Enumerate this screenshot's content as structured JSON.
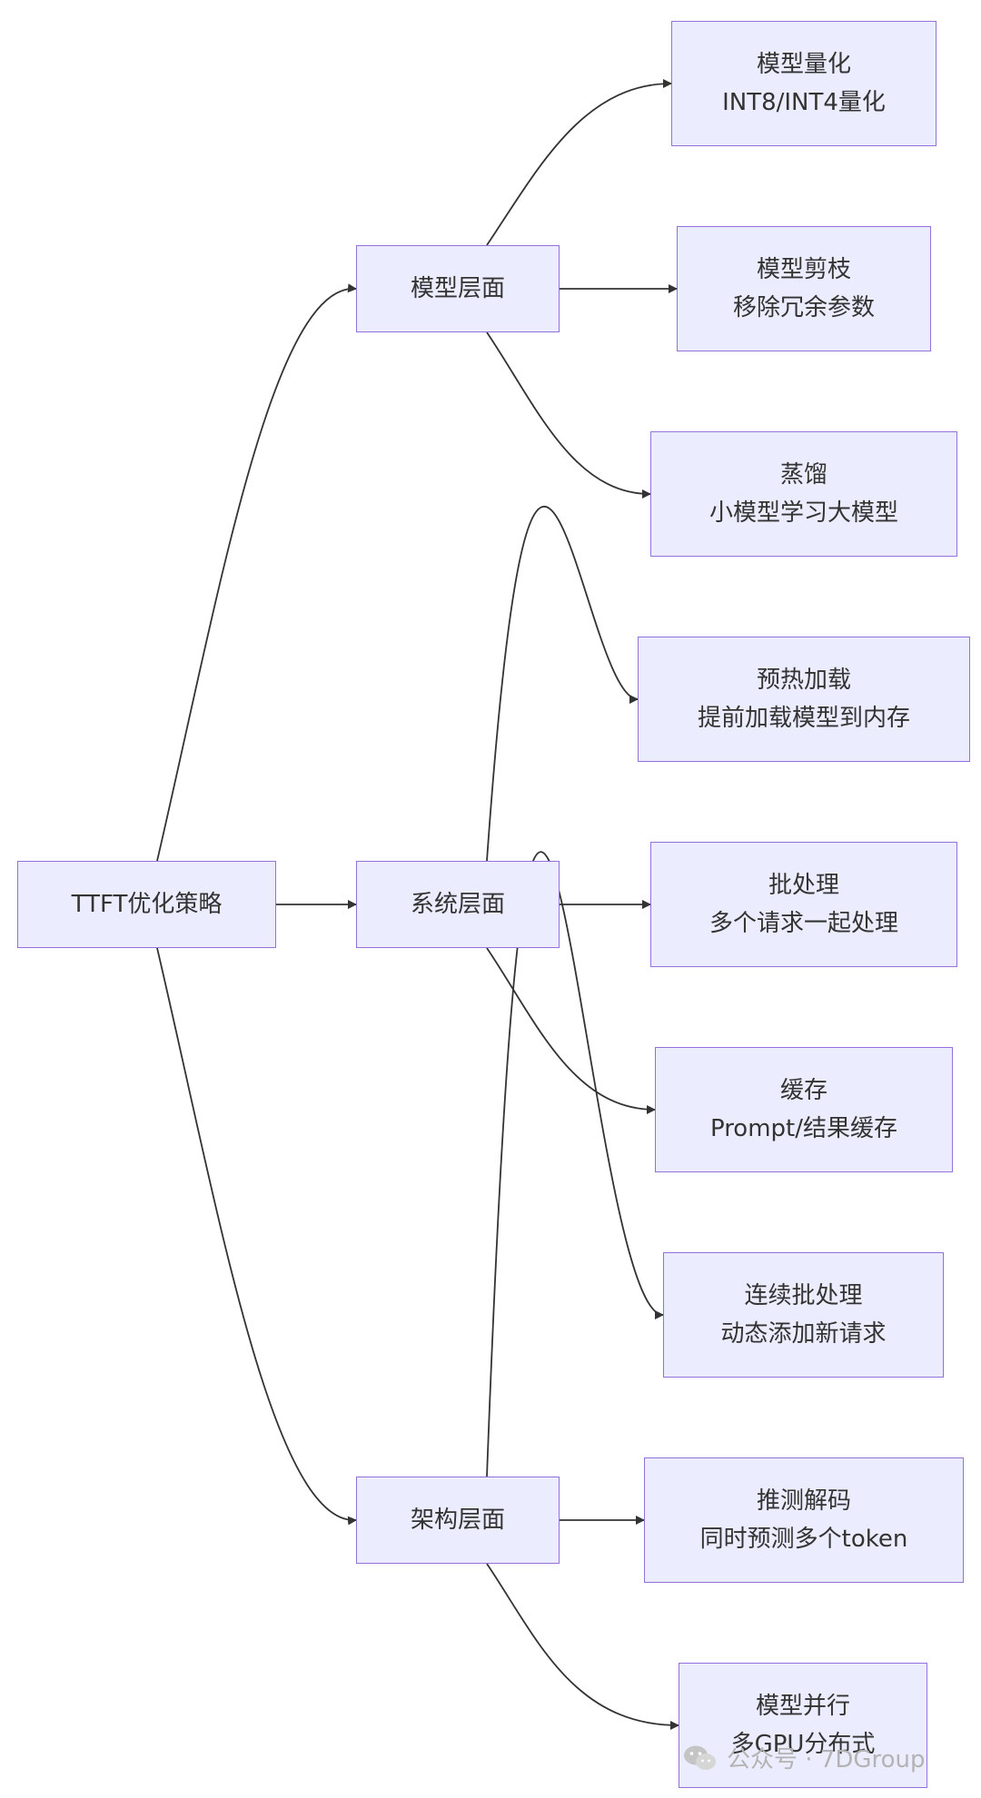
{
  "diagram": {
    "root": {
      "label": "TTFT优化策略"
    },
    "categories": [
      {
        "label": "模型层面",
        "children": [
          {
            "title": "模型量化",
            "desc": "INT8/INT4量化"
          },
          {
            "title": "模型剪枝",
            "desc": "移除冗余参数"
          },
          {
            "title": "蒸馏",
            "desc": "小模型学习大模型"
          }
        ]
      },
      {
        "label": "系统层面",
        "children": [
          {
            "title": "预热加载",
            "desc": "提前加载模型到内存"
          },
          {
            "title": "批处理",
            "desc": "多个请求一起处理"
          },
          {
            "title": "缓存",
            "desc": "Prompt/结果缓存"
          }
        ]
      },
      {
        "label": "架构层面",
        "children": [
          {
            "title": "连续批处理",
            "desc": "动态添加新请求"
          },
          {
            "title": "推测解码",
            "desc": "同时预测多个token"
          },
          {
            "title": "模型并行",
            "desc": "多GPU分布式"
          }
        ]
      }
    ]
  },
  "watermark": {
    "text": "公众号 · 7DGroup",
    "icon": "wechat-icon"
  },
  "colors": {
    "node_fill": "#ECECFF",
    "node_border": "#9370DB",
    "edge": "#333333",
    "text": "#333333"
  }
}
